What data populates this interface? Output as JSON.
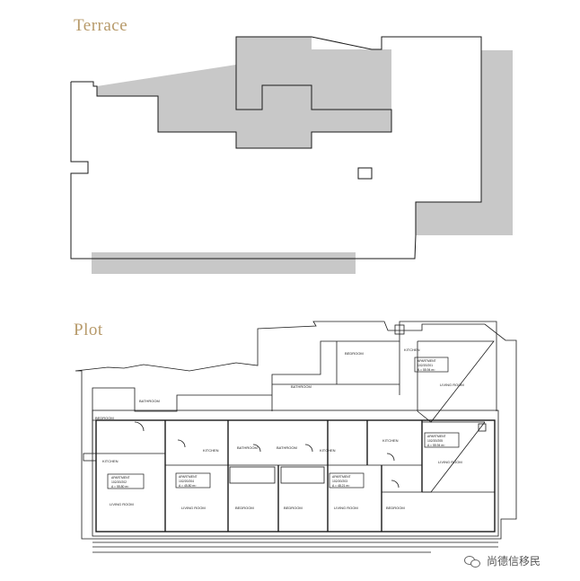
{
  "titles": {
    "terrace": "Terrace",
    "plot": "Plot"
  },
  "rooms": {
    "bedroom": "BEDROOM",
    "bathroom": "BATHROOM",
    "kitchen": "KITCHEN",
    "living_room": "LIVING ROOM"
  },
  "apartments": {
    "apt1": {
      "name": "APARTMENT",
      "ref": "102/20/202",
      "area": "A = 55.80 m²"
    },
    "apt2": {
      "name": "APARTMENT",
      "ref": "102/20/204",
      "area": "A = 45.80 m²"
    },
    "apt3": {
      "name": "APARTMENT",
      "ref": "102/20/203",
      "area": "A = 48.21 m²"
    },
    "apt4": {
      "name": "APARTMENT",
      "ref": "102/20/201",
      "area": "A = 55.94 m²"
    },
    "apt5": {
      "name": "APARTMENT",
      "ref": "102/20/205",
      "area": "A = 55.94 m²"
    }
  },
  "watermark": {
    "text": "尚德信移民",
    "icon": "wechat-icon"
  },
  "colors": {
    "title": "#b79a6a",
    "shadow_fill": "#c8c8c8",
    "line": "#1a1a1a"
  }
}
